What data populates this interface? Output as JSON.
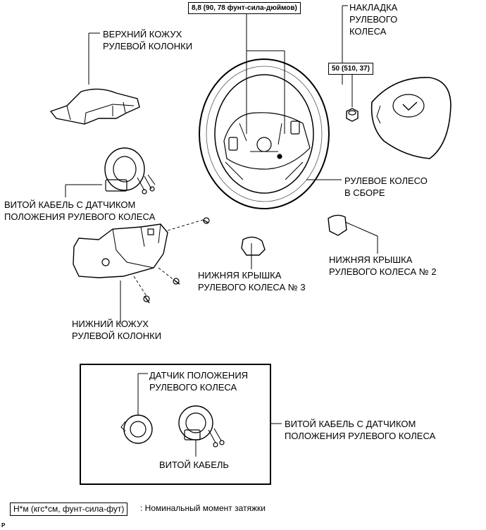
{
  "labels": {
    "upper_cover": "ВЕРХНИЙ КОЖУХ\nРУЛЕВОЙ КОЛОНКИ",
    "pad": "НАКЛАДКА\nРУЛЕВОГО\nКОЛЕСА",
    "spiral_top": "ВИТОЙ КАБЕЛЬ С ДАТЧИКОМ\nПОЛОЖЕНИЯ РУЛЕВОГО КОЛЕСА",
    "wheel": "РУЛЕВОЕ КОЛЕСО\nВ СБОРЕ",
    "lower_cover_3": "НИЖНЯЯ КРЫШКА\nРУЛЕВОГО КОЛЕСА № 3",
    "lower_cover_2": "НИЖНЯЯ КРЫШКА\nРУЛЕВОГО КОЛЕСА № 2",
    "lower_column": "НИЖНИЙ КОЖУХ\nРУЛЕВОЙ КОЛОНКИ",
    "sensor": "ДАТЧИК ПОЛОЖЕНИЯ\nРУЛЕВОГО КОЛЕСА",
    "spiral_cable": "ВИТОЙ КАБЕЛЬ",
    "spiral_right": "ВИТОЙ КАБЕЛЬ С ДАТЧИКОМ\nПОЛОЖЕНИЯ РУЛЕВОГО КОЛЕСА"
  },
  "torques": {
    "wheel_nut": "8,8 (90, 78 фунт-сила-дюймов)",
    "pad_nut": "50 (510, 37)"
  },
  "legend": {
    "unit": "Н*м (кгс*см, фунт-сила-фут)",
    "text": ": Номинальный момент затяжки"
  },
  "corner_mark": "P"
}
